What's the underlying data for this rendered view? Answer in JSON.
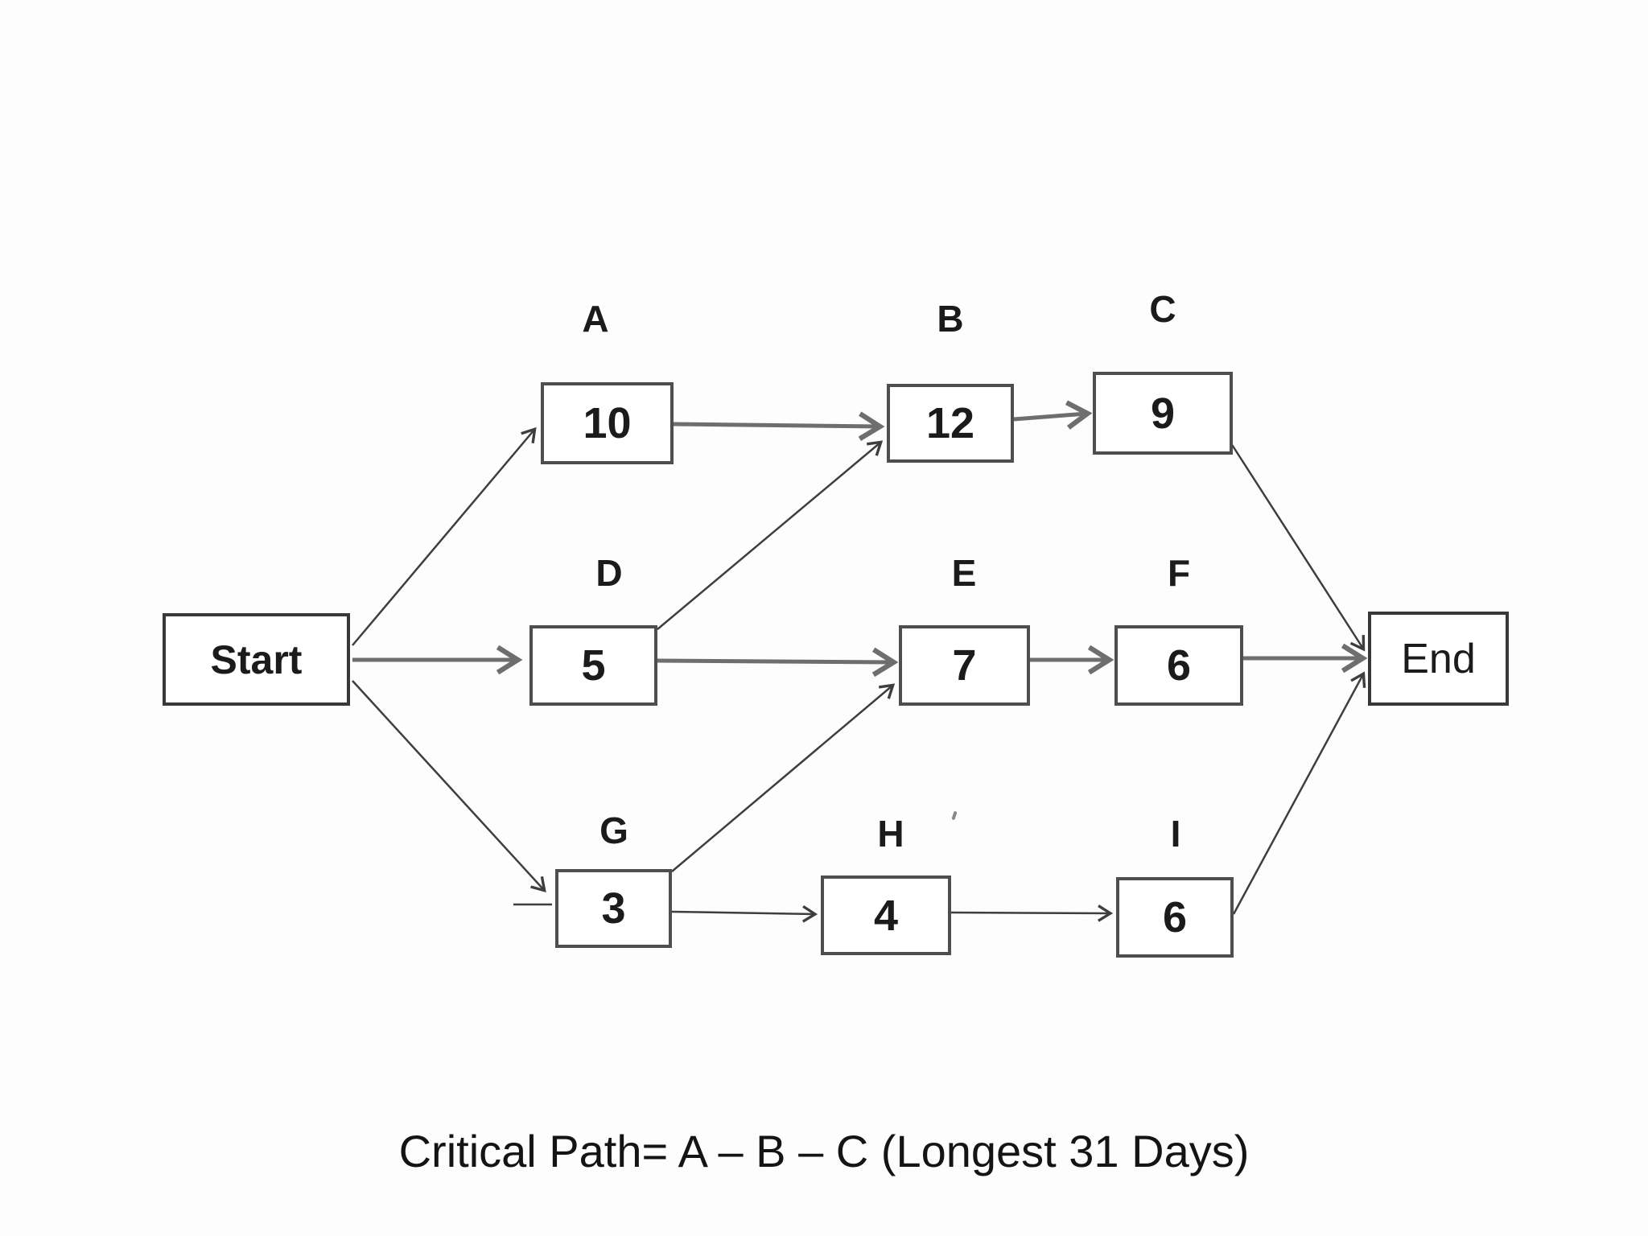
{
  "page": {
    "background": "#fdfdfd",
    "caption": "Critical Path= A – B – C (Longest 31 Days)"
  },
  "diagram": {
    "type": "activity-on-node-network",
    "nodes": {
      "start": {
        "label": "Start"
      },
      "A": {
        "letter": "A",
        "duration": "10"
      },
      "B": {
        "letter": "B",
        "duration": "12"
      },
      "C": {
        "letter": "C",
        "duration": "9"
      },
      "D": {
        "letter": "D",
        "duration": "5"
      },
      "E": {
        "letter": "E",
        "duration": "7"
      },
      "F": {
        "letter": "F",
        "duration": "6"
      },
      "G": {
        "letter": "G",
        "duration": "3"
      },
      "H": {
        "letter": "H",
        "duration": "4"
      },
      "I": {
        "letter": "I",
        "duration": "6"
      },
      "end": {
        "label": "End"
      }
    },
    "edges": [
      {
        "from": "Start",
        "to": "A"
      },
      {
        "from": "Start",
        "to": "D"
      },
      {
        "from": "Start",
        "to": "G"
      },
      {
        "from": "A",
        "to": "B"
      },
      {
        "from": "D",
        "to": "B"
      },
      {
        "from": "B",
        "to": "C"
      },
      {
        "from": "C",
        "to": "End"
      },
      {
        "from": "D",
        "to": "E"
      },
      {
        "from": "E",
        "to": "F"
      },
      {
        "from": "F",
        "to": "End"
      },
      {
        "from": "G",
        "to": "E"
      },
      {
        "from": "G",
        "to": "H"
      },
      {
        "from": "H",
        "to": "I"
      },
      {
        "from": "I",
        "to": "End"
      }
    ],
    "critical_path": [
      "A",
      "B",
      "C"
    ],
    "longest_duration_days": 31,
    "colors": {
      "box_border": "#4e4e4e",
      "terminal_border": "#383838",
      "box_fill": "#ffffff",
      "text": "#1b1b1b",
      "arrow_heavy": "#6e6e6e",
      "arrow_thin": "#3e3e3e"
    }
  }
}
